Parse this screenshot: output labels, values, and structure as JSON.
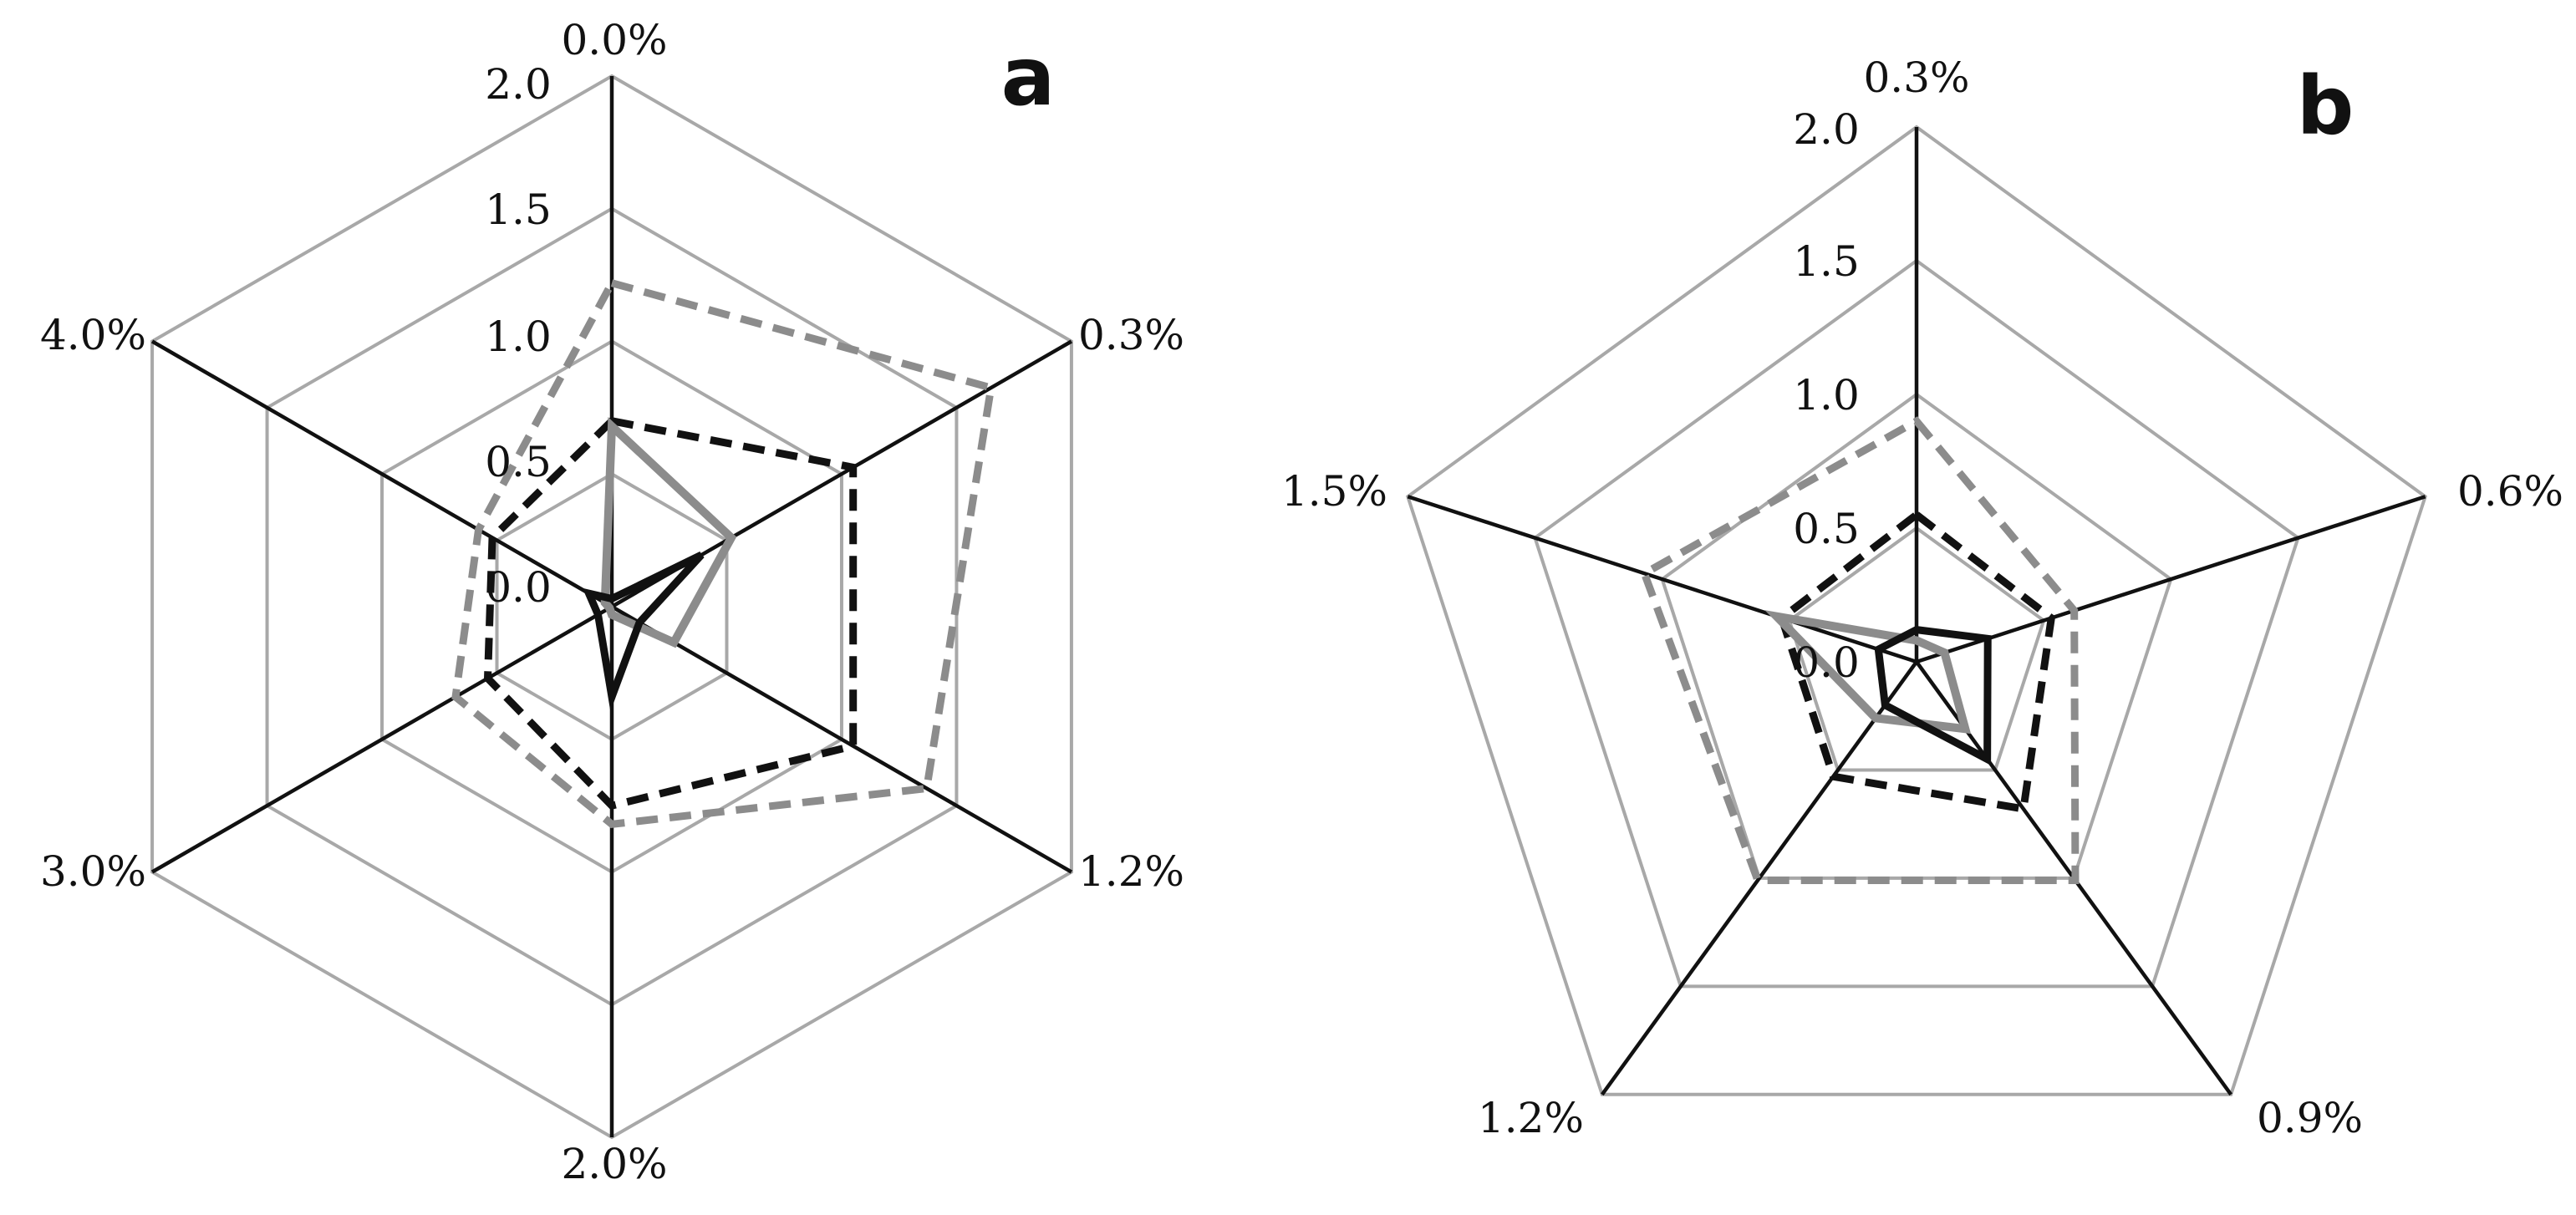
{
  "chart_data": [
    {
      "type": "radar",
      "panel_label": "a",
      "axes": [
        "0.0%",
        "0.3%",
        "1.2%",
        "2.0%",
        "3.0%",
        "4.0%"
      ],
      "radial_ticks": [
        "0.0",
        "0.5",
        "1.0",
        "1.5",
        "2.0"
      ],
      "rmax": 2.0,
      "series": [
        {
          "style": "gray-dashed",
          "values": [
            1.22,
            1.65,
            1.37,
            0.82,
            0.68,
            0.58
          ]
        },
        {
          "style": "black-dashed",
          "values": [
            0.7,
            1.05,
            1.05,
            0.75,
            0.54,
            0.52
          ]
        },
        {
          "style": "gray-solid",
          "values": [
            0.68,
            0.52,
            0.27,
            0.03,
            0.01,
            0.03
          ]
        },
        {
          "style": "black-solid",
          "values": [
            0.03,
            0.39,
            0.12,
            0.34,
            0.06,
            0.1
          ]
        }
      ]
    },
    {
      "type": "radar",
      "panel_label": "b",
      "axes": [
        "0.3%",
        "0.6%",
        "0.9%",
        "1.2%",
        "1.5%"
      ],
      "radial_ticks": [
        "0.0",
        "0.5",
        "1.0",
        "1.5",
        "2.0"
      ],
      "rmax": 2.0,
      "series": [
        {
          "style": "gray-dashed",
          "values": [
            0.9,
            0.62,
            1.01,
            1.01,
            1.07
          ]
        },
        {
          "style": "black-dashed",
          "values": [
            0.55,
            0.53,
            0.68,
            0.53,
            0.53
          ]
        },
        {
          "style": "gray-solid",
          "values": [
            0.08,
            0.11,
            0.31,
            0.26,
            0.55
          ]
        },
        {
          "style": "black-solid",
          "values": [
            0.12,
            0.28,
            0.45,
            0.2,
            0.15
          ]
        }
      ]
    }
  ]
}
